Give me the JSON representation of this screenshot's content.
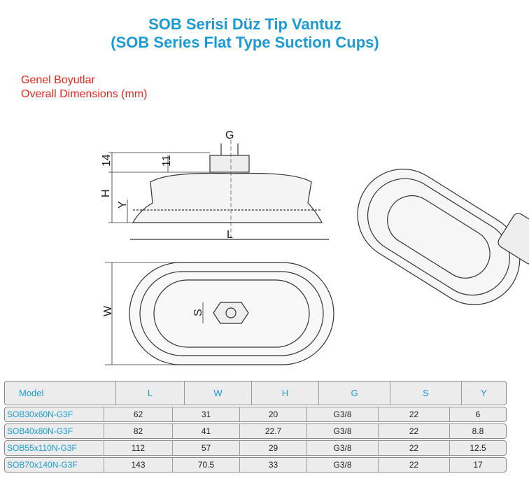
{
  "title_tr": "SOB Serisi Düz Tip Vantuz",
  "title_en": "(SOB Series Flat Type Suction Cups)",
  "subtitle_tr": "Genel Boyutlar",
  "subtitle_en": "Overall Dimensions (mm)",
  "drawing_labels": {
    "G": "G",
    "d14": "14",
    "d11": "11",
    "H": "H",
    "Y": "Y",
    "L": "L",
    "W": "W",
    "S": "S"
  },
  "table": {
    "headers": [
      "Model",
      "L",
      "W",
      "H",
      "G",
      "S",
      "Y"
    ],
    "rows": [
      [
        "SOB30x60N-G3F",
        "62",
        "31",
        "20",
        "G3/8",
        "22",
        "6"
      ],
      [
        "SOB40x80N-G3F",
        "82",
        "41",
        "22.7",
        "G3/8",
        "22",
        "8.8"
      ],
      [
        "SOB55x110N-G3F",
        "112",
        "57",
        "29",
        "G3/8",
        "22",
        "12.5"
      ],
      [
        "SOB70x140N-G3F",
        "143",
        "70.5",
        "33",
        "G3/8",
        "22",
        "17"
      ]
    ]
  }
}
